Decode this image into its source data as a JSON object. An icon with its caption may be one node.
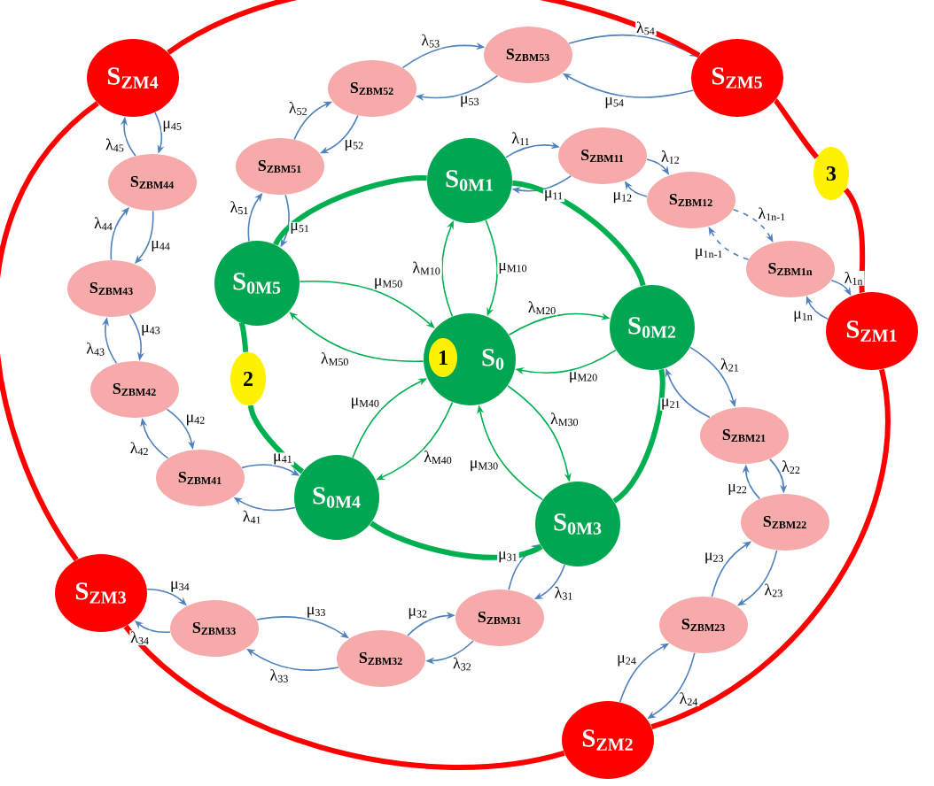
{
  "diagram": {
    "nodes": [
      {
        "text": [
          "S$_{ZM4}$"
        ]
      },
      {
        "text": [
          "S$_{ZM5}$"
        ]
      },
      {
        "text": [
          "S$_{ZM1}$"
        ]
      },
      {
        "text": [
          "S$_{ZM3}$"
        ]
      },
      {
        "text": [
          "S$_{ZM2}$"
        ]
      },
      {
        "text": [
          "S$_{0M1}$"
        ]
      },
      {
        "text": [
          "S$_{0M5}$"
        ]
      },
      {
        "text": [
          "S$_{0}$"
        ]
      },
      {
        "text": [
          "1"
        ],
        "in": 7
      },
      {
        "text": [
          "S$_{0M2}$"
        ]
      },
      {
        "text": [
          "S$_{0M4}$"
        ]
      },
      {
        "text": [
          "S$_{0M3}$"
        ]
      },
      {
        "text": [
          "2"
        ]
      },
      {
        "text": [
          "3"
        ]
      },
      {
        "text": [
          "S$_{ZBM51}$"
        ]
      },
      {
        "text": [
          "S$_{ZBM52}$"
        ]
      },
      {
        "text": [
          "S$_{ZBM53}$"
        ]
      },
      {
        "text": [
          "S$_{ZBM11}$"
        ]
      },
      {
        "text": [
          "S$_{ZBM12}$"
        ]
      },
      {
        "text": [
          "S$_{ZBM1n}$"
        ]
      },
      {
        "text": [
          "S$_{ZBM21}$"
        ]
      },
      {
        "text": [
          "S$_{ZBM22}$"
        ]
      },
      {
        "text": [
          "S$_{ZBM23}$"
        ]
      },
      {
        "text": [
          "S$_{ZBM31}$"
        ]
      },
      {
        "text": [
          "S$_{ZBM32}$"
        ]
      },
      {
        "text": [
          "S$_{ZBM33}$"
        ]
      },
      {
        "text": [
          "S$_{ZBM41}$"
        ]
      },
      {
        "text": [
          "S$_{ZBM42}$"
        ]
      },
      {
        "text": [
          "S$_{ZBM43}$"
        ]
      },
      {
        "text": [
          "S$_{ZBM44}$"
        ]
      }
    ],
    "edges": [
      {
        "from": 7,
        "to": 5,
        "arrow": "to",
        "label": "λ$_{M10}$",
        "color": "#00b050"
      },
      {
        "from": 5,
        "to": 7,
        "arrow": "to",
        "label": "μ$_{M10}$",
        "color": "#00b050"
      },
      {
        "from": 7,
        "to": 9,
        "arrow": "to",
        "label": "λ$_{M20}$",
        "color": "#00b050"
      },
      {
        "from": 9,
        "to": 7,
        "arrow": "to",
        "label": "μ$_{M20}$",
        "color": "#00b050"
      },
      {
        "from": 7,
        "to": 11,
        "arrow": "to",
        "label": "λ$_{M30}$",
        "color": "#00b050"
      },
      {
        "from": 11,
        "to": 7,
        "arrow": "to",
        "label": "μ$_{M30}$",
        "color": "#00b050"
      },
      {
        "from": 7,
        "to": 10,
        "arrow": "to",
        "label": "λ$_{M40}$",
        "color": "#00b050"
      },
      {
        "from": 10,
        "to": 7,
        "arrow": "to",
        "label": "μ$_{M40}$",
        "color": "#00b050"
      },
      {
        "from": 7,
        "to": 6,
        "arrow": "to",
        "label": "λ$_{M50}$",
        "color": "#00b050"
      },
      {
        "from": 6,
        "to": 7,
        "arrow": "to",
        "label": "μ$_{M50}$",
        "color": "#00b050"
      },
      {
        "from": 6,
        "to": 14,
        "arrow": "to",
        "label": "λ$_{51}$"
      },
      {
        "from": 14,
        "to": 6,
        "arrow": "to",
        "label": "μ$_{51}$"
      },
      {
        "from": 14,
        "to": 15,
        "arrow": "to",
        "label": "λ$_{52}$"
      },
      {
        "from": 15,
        "to": 14,
        "arrow": "to",
        "label": "μ$_{52}$"
      },
      {
        "from": 15,
        "to": 16,
        "arrow": "to",
        "label": "λ$_{53}$"
      },
      {
        "from": 16,
        "to": 15,
        "arrow": "to",
        "label": "μ$_{53}$"
      },
      {
        "from": 16,
        "to": 1,
        "arrow": "to",
        "label": "λ$_{54}$"
      },
      {
        "from": 1,
        "to": 16,
        "arrow": "to",
        "label": "μ$_{54}$"
      },
      {
        "from": 5,
        "to": 17,
        "arrow": "to",
        "label": "λ$_{11}$"
      },
      {
        "from": 17,
        "to": 5,
        "arrow": "to",
        "label": "μ$_{11}$"
      },
      {
        "from": 17,
        "to": 18,
        "arrow": "to",
        "label": "λ$_{12}$"
      },
      {
        "from": 18,
        "to": 17,
        "arrow": "to",
        "label": "μ$_{12}$"
      },
      {
        "from": 18,
        "to": 19,
        "arrow": "to",
        "label": "λ$_{1n-1}$",
        "style": "dashed"
      },
      {
        "from": 19,
        "to": 18,
        "arrow": "to",
        "label": "μ$_{1n-1}$",
        "style": "dashed"
      },
      {
        "from": 19,
        "to": 2,
        "arrow": "to",
        "label": "λ$_{1n}$"
      },
      {
        "from": 2,
        "to": 19,
        "arrow": "to",
        "label": "μ$_{1n}$"
      },
      {
        "from": 9,
        "to": 20,
        "arrow": "to",
        "label": "λ$_{21}$"
      },
      {
        "from": 20,
        "to": 9,
        "arrow": "to",
        "label": "μ$_{21}$"
      },
      {
        "from": 20,
        "to": 21,
        "arrow": "to",
        "label": "λ$_{22}$"
      },
      {
        "from": 21,
        "to": 20,
        "arrow": "to",
        "label": "μ$_{22}$"
      },
      {
        "from": 21,
        "to": 22,
        "arrow": "to",
        "label": "λ$_{23}$"
      },
      {
        "from": 22,
        "to": 21,
        "arrow": "to",
        "label": "μ$_{23}$"
      },
      {
        "from": 22,
        "to": 4,
        "arrow": "to",
        "label": "λ$_{24}$"
      },
      {
        "from": 4,
        "to": 22,
        "arrow": "to",
        "label": "μ$_{24}$"
      },
      {
        "from": 11,
        "to": 23,
        "arrow": "to",
        "label": "λ$_{31}$"
      },
      {
        "from": 23,
        "to": 11,
        "arrow": "to",
        "label": "μ$_{31}$"
      },
      {
        "from": 23,
        "to": 24,
        "arrow": "to",
        "label": "λ$_{32}$"
      },
      {
        "from": 24,
        "to": 23,
        "arrow": "to",
        "label": "μ$_{32}$"
      },
      {
        "from": 24,
        "to": 25,
        "arrow": "to",
        "label": "λ$_{33}$"
      },
      {
        "from": 25,
        "to": 24,
        "arrow": "to",
        "label": "μ$_{33}$"
      },
      {
        "from": 25,
        "to": 3,
        "arrow": "to",
        "label": "λ$_{34}$"
      },
      {
        "from": 3,
        "to": 25,
        "arrow": "to",
        "label": "μ$_{34}$"
      },
      {
        "from": 10,
        "to": 26,
        "arrow": "to",
        "label": "λ$_{41}$"
      },
      {
        "from": 26,
        "to": 10,
        "arrow": "to",
        "label": "μ$_{41}$"
      },
      {
        "from": 26,
        "to": 27,
        "arrow": "to",
        "label": "λ$_{42}$"
      },
      {
        "from": 27,
        "to": 26,
        "arrow": "to",
        "label": "μ$_{42}$"
      },
      {
        "from": 27,
        "to": 28,
        "arrow": "to",
        "label": "λ$_{43}$"
      },
      {
        "from": 28,
        "to": 27,
        "arrow": "to",
        "label": "μ$_{43}$"
      },
      {
        "from": 28,
        "to": 29,
        "arrow": "to",
        "label": "λ$_{44}$"
      },
      {
        "from": 29,
        "to": 28,
        "arrow": "to",
        "label": "μ$_{44}$"
      },
      {
        "from": 29,
        "to": 0,
        "arrow": "to",
        "label": "λ$_{45}$"
      },
      {
        "from": 0,
        "to": 29,
        "arrow": "to",
        "label": "μ$_{45}$"
      },
      {
        "from": 5,
        "to": 9,
        "arrow": "none",
        "style": "thick",
        "color": "#00b050"
      },
      {
        "from": 9,
        "to": 11,
        "arrow": "none",
        "style": "thick",
        "color": "#00b050"
      },
      {
        "from": 11,
        "to": 10,
        "arrow": "none",
        "style": "thick",
        "color": "#00b050"
      },
      {
        "from": 10,
        "to": 12,
        "arrow": "none",
        "style": "thick",
        "color": "#00b050"
      },
      {
        "from": 12,
        "to": 6,
        "arrow": "none",
        "style": "thick",
        "color": "#00b050"
      },
      {
        "from": 6,
        "to": 5,
        "arrow": "none",
        "style": "thick",
        "color": "#00b050"
      },
      {
        "from": 4,
        "to": 3,
        "arrow": "none",
        "style": "thick",
        "color": "#ff0000"
      },
      {
        "from": 3,
        "to": 0,
        "arrow": "none",
        "style": "thick",
        "color": "#ff0000"
      },
      {
        "from": 0,
        "to": 1,
        "arrow": "none",
        "style": "thick",
        "color": "#ff0000"
      },
      {
        "from": 1,
        "to": 13,
        "arrow": "none",
        "style": "thick",
        "color": "#ff0000"
      },
      {
        "from": 13,
        "to": 2,
        "arrow": "none",
        "style": "thick",
        "color": "#ff0000"
      },
      {
        "from": 2,
        "to": 4,
        "arrow": "none",
        "style": "thick",
        "color": "#ff0000"
      }
    ]
  }
}
